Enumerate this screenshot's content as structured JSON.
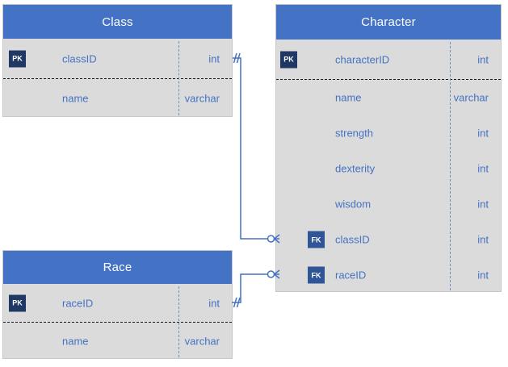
{
  "diagram_type": "entity-relationship-crowsfoot",
  "tables": [
    {
      "title": "Class",
      "rows": [
        {
          "key": "PK",
          "field": "classID",
          "type": "int"
        },
        {
          "key": "",
          "field": "name",
          "type": "varchar"
        }
      ]
    },
    {
      "title": "Character",
      "rows": [
        {
          "key": "PK",
          "field": "characterID",
          "type": "int"
        },
        {
          "key": "",
          "field": "name",
          "type": "varchar"
        },
        {
          "key": "",
          "field": "strength",
          "type": "int"
        },
        {
          "key": "",
          "field": "dexterity",
          "type": "int"
        },
        {
          "key": "",
          "field": "wisdom",
          "type": "int"
        },
        {
          "key": "FK",
          "field": "classID",
          "type": "int"
        },
        {
          "key": "FK",
          "field": "raceID",
          "type": "int"
        }
      ]
    },
    {
      "title": "Race",
      "rows": [
        {
          "key": "PK",
          "field": "raceID",
          "type": "int"
        },
        {
          "key": "",
          "field": "name",
          "type": "varchar"
        }
      ]
    }
  ],
  "relationships": [
    {
      "from_table": "Class",
      "from_field": "classID",
      "to_table": "Character",
      "to_field": "classID",
      "from_cardinality": "one-and-only-one",
      "to_cardinality": "zero-or-many"
    },
    {
      "from_table": "Race",
      "from_field": "raceID",
      "to_table": "Character",
      "to_field": "raceID",
      "from_cardinality": "one-and-only-one",
      "to_cardinality": "zero-or-many"
    }
  ],
  "colors": {
    "header": "#4472C4",
    "header_text": "#FFFFFF",
    "body": "#DBDBDB",
    "text": "#4472C4",
    "pk_badge": "#1F3864",
    "fk_badge": "#2F5597",
    "badge_text": "#FFFFFF",
    "connector": "#4472C4",
    "divider": "#6C8EC9"
  }
}
